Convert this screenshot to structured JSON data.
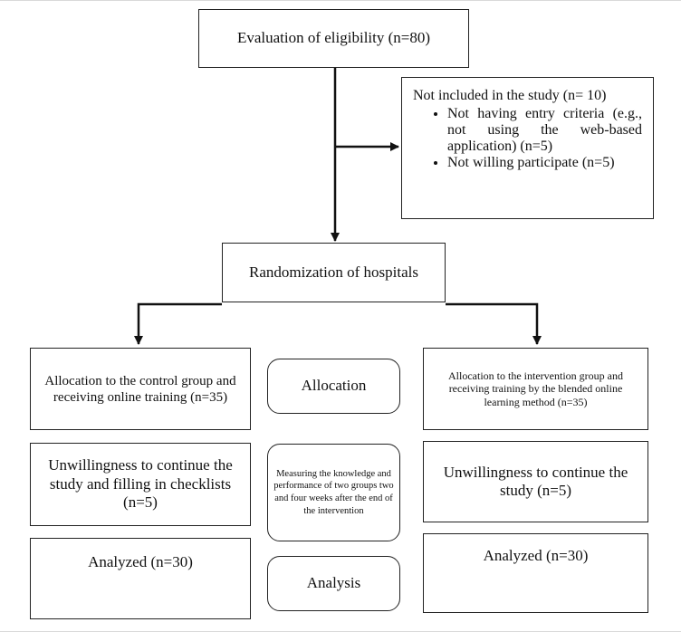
{
  "flow": {
    "eligibility": "Evaluation of eligibility (n=80)",
    "excluded": {
      "title": "Not included in the study (n= 10)",
      "reasons": [
        "Not having entry criteria (e.g., not using the web-based application) (n=5)",
        "Not willing participate (n=5)"
      ]
    },
    "randomization": "Randomization of hospitals",
    "control": {
      "allocation": "Allocation to the control group and receiving online training (n=35)",
      "unwilling": "Unwillingness to continue the study and filling in checklists (n=5)",
      "analyzed": "Analyzed (n=30)"
    },
    "intervention": {
      "allocation": "Allocation to the intervention group and receiving training by the blended online learning method (n=35)",
      "unwilling": "Unwillingness to continue the study (n=5)",
      "analyzed": "Analyzed (n=30)"
    },
    "stages": {
      "allocation": "Allocation",
      "measurement": "Measuring the knowledge and performance of two groups two and four weeks after the end of the intervention",
      "analysis": "Analysis"
    }
  }
}
